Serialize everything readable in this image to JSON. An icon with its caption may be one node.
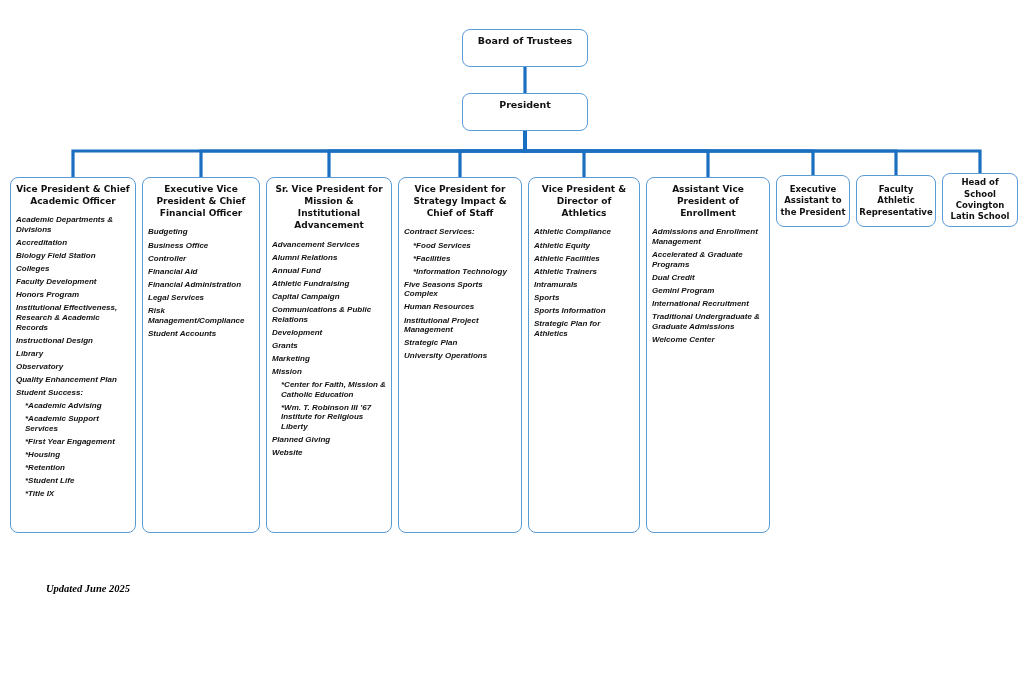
{
  "diagram": {
    "nodes": [
      {
        "text": [
          "Board of Trustees"
        ]
      },
      {
        "text": [
          "President"
        ]
      },
      {
        "text": [
          "Vice President & Chief Academic Officer",
          "Academic Departments & Divisions",
          "Accreditation",
          "Biology Field Station",
          "Colleges",
          "Faculty Development",
          "Honors Program",
          "Institutional Effectiveness, Research & Academic Records",
          "Instructional Design",
          "Library",
          "Observatory",
          "Quality Enhancement Plan",
          "Student Success:",
          "*Academic Advising",
          "*Academic Support Services",
          "*First Year Engagement",
          "*Housing",
          "*Retention",
          "*Student Life",
          "*Title IX"
        ]
      },
      {
        "text": [
          "Executive Vice President & Chief Financial Officer",
          "Budgeting",
          "Business Office",
          "Controller",
          "Financial Aid",
          "Financial Administration",
          "Legal Services",
          "Risk Management/Compliance",
          "Student Accounts"
        ]
      },
      {
        "text": [
          "Sr. Vice President for Mission & Institutional Advancement",
          "Advancement Services",
          "Alumni Relations",
          "Annual Fund",
          "Athletic Fundraising",
          "Capital Campaign",
          "Communications & Public Relations",
          "Development",
          "Grants",
          "Marketing",
          "Mission",
          "*Center for Faith, Mission & Catholic Education",
          "*Wm. T. Robinson III ’67 Institute for Religious Liberty",
          "Planned Giving",
          "Website"
        ]
      },
      {
        "text": [
          "Vice President for Strategy Impact & Chief of Staff",
          "Contract Services:",
          "*Food Services",
          "*Facilities",
          "*Information Technology",
          "Five Seasons Sports Complex",
          "Human Resources",
          "Institutional Project Management",
          "Strategic Plan",
          "University Operations"
        ]
      },
      {
        "text": [
          "Vice President & Director of Athletics",
          "Athletic Compliance",
          "Athletic Equity",
          "Athletic Facilities",
          "Athletic Trainers",
          "Intramurals",
          "Sports",
          "Sports Information",
          "Strategic Plan for Athletics"
        ]
      },
      {
        "text": [
          "Assistant Vice President of Enrollment",
          "Admissions and Enrollment Management",
          "Accelerated & Graduate Programs",
          "Dual Credit",
          "Gemini Program",
          "International Recruitment",
          "Traditional Undergraduate & Graduate Admissions",
          "Welcome Center"
        ]
      },
      {
        "text": [
          "Executive Assistant to the President"
        ]
      },
      {
        "text": [
          "Faculty Athletic Representative"
        ]
      },
      {
        "text": [
          "Head of School Covington Latin School"
        ]
      }
    ],
    "edges": [
      {
        "from": 0,
        "to": 1,
        "arrow": "none"
      },
      {
        "from": 1,
        "to": 2,
        "arrow": "none"
      },
      {
        "from": 1,
        "to": 3,
        "arrow": "none"
      },
      {
        "from": 1,
        "to": 4,
        "arrow": "none"
      },
      {
        "from": 1,
        "to": 5,
        "arrow": "none"
      },
      {
        "from": 1,
        "to": 6,
        "arrow": "none"
      },
      {
        "from": 1,
        "to": 7,
        "arrow": "none"
      },
      {
        "from": 1,
        "to": 8,
        "arrow": "none"
      },
      {
        "from": 1,
        "to": 9,
        "arrow": "none"
      },
      {
        "from": 1,
        "to": 10,
        "arrow": "none"
      }
    ],
    "labels": [
      "Updated June 2025"
    ]
  }
}
